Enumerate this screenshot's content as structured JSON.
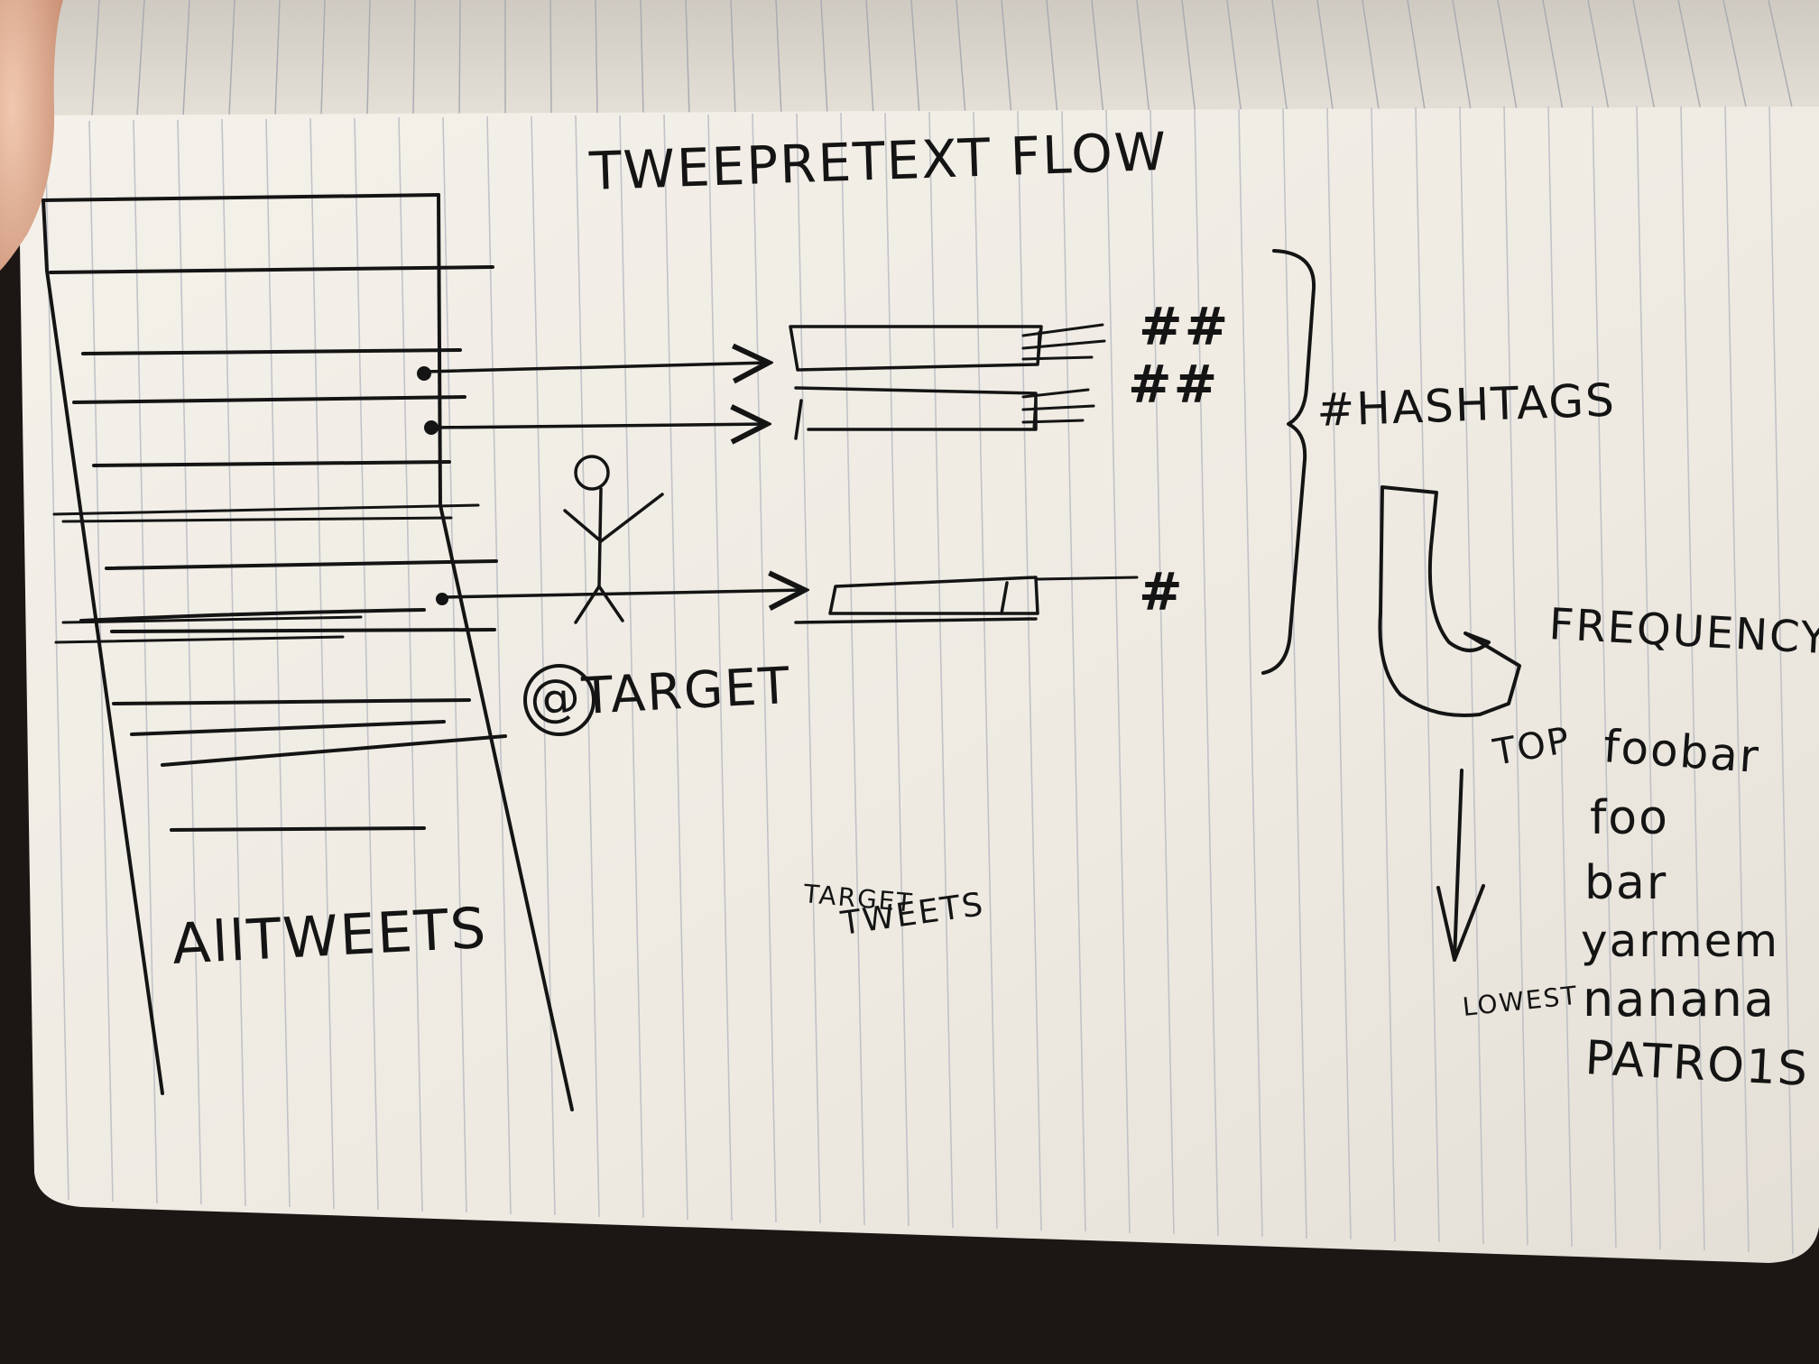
{
  "title": "TWEEPRETEXT FLOW",
  "labels": {
    "all_tweets": "AllTWEETS",
    "target": "@TARGET",
    "target_tweets_line1": "TARGET",
    "target_tweets_line2": "TWEETS",
    "hashtags_label": "#HASHTAGS",
    "frequency": "FREQUENCY",
    "top": "TOP",
    "lowest": "LOWEST",
    "hash_mark_1": "##",
    "hash_mark_2": "##",
    "hash_mark_3": "#"
  },
  "ranked_hashtags": [
    "foobar",
    "foo",
    "bar",
    "yarmem",
    "nanana",
    "PATRO1S"
  ],
  "colors": {
    "paper": "#f1ede6",
    "ink": "#141414",
    "rule_line": "#b9bcc4",
    "background": "#1c1714"
  }
}
